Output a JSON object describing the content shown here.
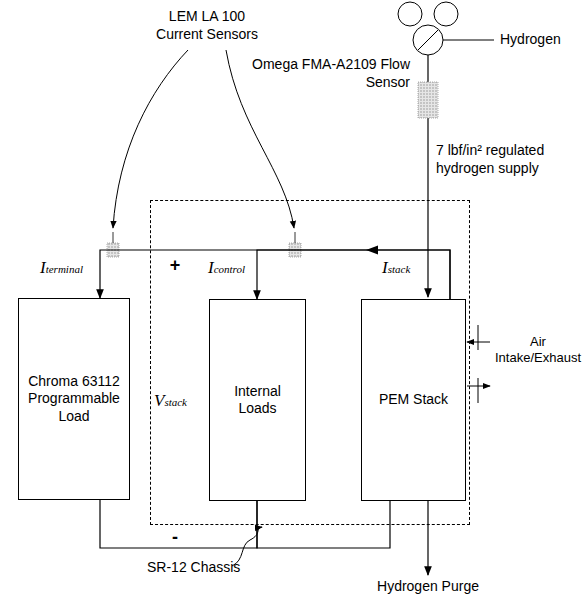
{
  "diagram": {
    "nodes": [
      {
        "text": [
          "Chroma 63112 Programmable Load"
        ]
      },
      {
        "text": [
          "SR-12 Chassis"
        ]
      },
      {
        "text": [
          "Internal Loads"
        ],
        "in": 1
      },
      {
        "text": [
          "PEM Stack"
        ],
        "in": 1
      }
    ],
    "edges": [
      {
        "from": 3,
        "to": 0,
        "arrow": "to"
      },
      {
        "from": 3,
        "to": 2,
        "arrow": "to"
      },
      {
        "from": 0,
        "to": 2,
        "arrow": "none"
      },
      {
        "from": 2,
        "to": 3,
        "arrow": "none"
      }
    ],
    "labels": [
      "LEM LA 100 Current Sensors",
      "Omega FMA-A2109 Flow Sensor",
      "Hydrogen",
      "7 lbf/in² regulated hydrogen supply",
      "Iterminal",
      "Icontrol",
      "Istack",
      "+",
      "Vstack",
      "-",
      "Air Intake/Exhaust",
      "Hydrogen Purge"
    ]
  }
}
